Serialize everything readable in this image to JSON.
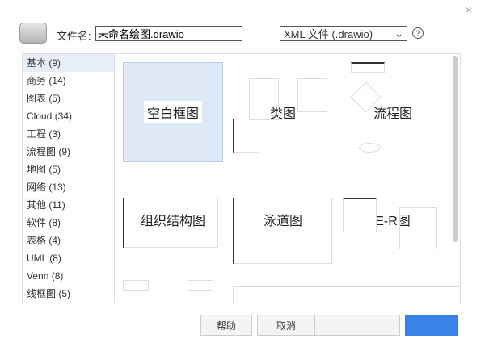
{
  "dialog": {
    "close": "×"
  },
  "file": {
    "label": "文件名:",
    "value": "未命名绘图.drawio",
    "format": "XML 文件 (.drawio)",
    "help": "?"
  },
  "categories": [
    {
      "label": "基本 (9)"
    },
    {
      "label": "商务 (14)"
    },
    {
      "label": "图表 (5)"
    },
    {
      "label": "Cloud (34)"
    },
    {
      "label": "工程 (3)"
    },
    {
      "label": "流程图 (9)"
    },
    {
      "label": "地图 (5)"
    },
    {
      "label": "网络 (13)"
    },
    {
      "label": "其他 (11)"
    },
    {
      "label": "软件 (8)"
    },
    {
      "label": "表格 (4)"
    },
    {
      "label": "UML (8)"
    },
    {
      "label": "Venn (8)"
    },
    {
      "label": "线框图 (5)"
    }
  ],
  "templates": [
    "空白框图",
    "类图",
    "流程图",
    "组织结构图",
    "泳道图",
    "E-R图"
  ],
  "buttons": {
    "help": "帮助",
    "cancel": "取消"
  },
  "colors": {
    "accent": "#3b82e8",
    "selected": "#dde7f5"
  }
}
